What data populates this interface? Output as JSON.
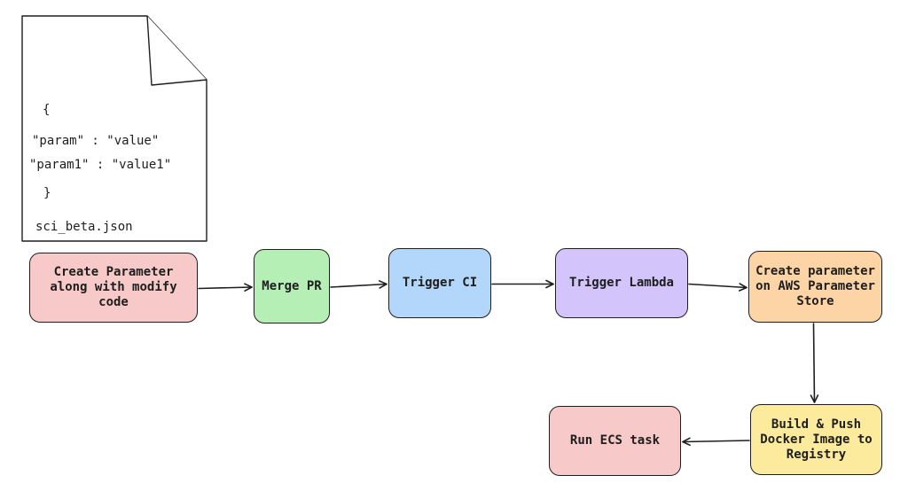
{
  "file": {
    "name": "sci_beta.json",
    "lines": [
      "{",
      "\"param\" : \"value\"",
      "\"param1\" : \"value1\"",
      "}"
    ]
  },
  "nodes": [
    {
      "id": "create-parameter",
      "label": "Create Parameter along with modify code",
      "color": "#f8c9c9"
    },
    {
      "id": "merge-pr",
      "label": "Merge PR",
      "color": "#b5efb5"
    },
    {
      "id": "trigger-ci",
      "label": "Trigger CI",
      "color": "#b3d6fb"
    },
    {
      "id": "trigger-lambda",
      "label": "Trigger Lambda",
      "color": "#d3c4fb"
    },
    {
      "id": "create-parameter-store",
      "label": "Create parameter on AWS Parameter Store",
      "color": "#fdd4a6"
    },
    {
      "id": "build-push",
      "label": "Build & Push Docker Image to Registry",
      "color": "#fdeb9d"
    },
    {
      "id": "run-ecs",
      "label": "Run ECS task",
      "color": "#f8c9c9"
    }
  ],
  "edges": [
    {
      "from": "create-parameter",
      "to": "merge-pr"
    },
    {
      "from": "merge-pr",
      "to": "trigger-ci"
    },
    {
      "from": "trigger-ci",
      "to": "trigger-lambda"
    },
    {
      "from": "trigger-lambda",
      "to": "create-parameter-store"
    },
    {
      "from": "create-parameter-store",
      "to": "build-push"
    },
    {
      "from": "build-push",
      "to": "run-ecs"
    }
  ]
}
